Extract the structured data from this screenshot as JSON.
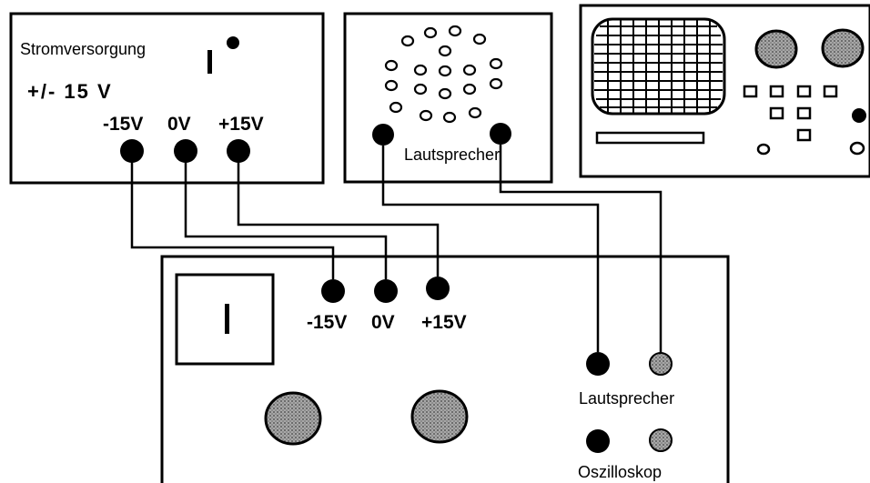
{
  "power_supply": {
    "title": "Stromversorgung",
    "voltage": "+/- 15 V",
    "terminal_labels": [
      "-15V",
      "0V",
      "+15V"
    ]
  },
  "speaker": {
    "label": "Lautsprecher"
  },
  "main_unit": {
    "terminal_labels": [
      "-15V",
      "0V",
      "+15V"
    ],
    "speaker_jack_label": "Lautsprecher",
    "oscilloscope_jack_label": "Oszilloskop"
  },
  "colors": {
    "line": "#000000",
    "screen_dots": "#9a9a9a",
    "knob_fill": "#8f8f8f"
  }
}
